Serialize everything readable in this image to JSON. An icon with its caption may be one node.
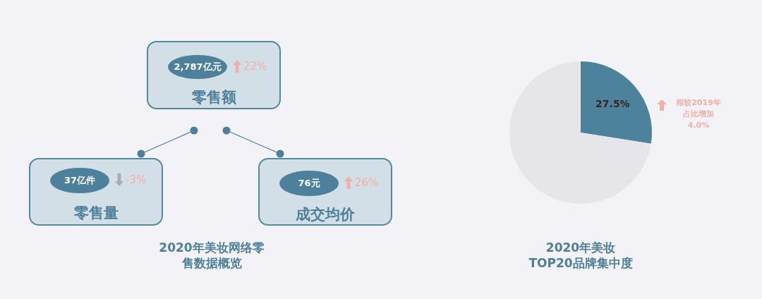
{
  "diagram": {
    "caption": "2020年美妆网络零售数据概览",
    "nodes": [
      {
        "text": [
          "零售额"
        ]
      },
      {
        "text": [
          "2,787亿元"
        ],
        "in": 0,
        "beside": [
          "22%"
        ]
      },
      {
        "text": [
          "零售量"
        ]
      },
      {
        "text": [
          "37亿件"
        ],
        "in": 2,
        "beside": [
          "-3%"
        ]
      },
      {
        "text": [
          "成交均价"
        ]
      },
      {
        "text": [
          "76元"
        ],
        "in": 4,
        "beside": [
          "26%"
        ]
      }
    ],
    "edges": [
      {
        "from": 0,
        "to": 2,
        "arrow": "other"
      },
      {
        "from": 0,
        "to": 4,
        "arrow": "other"
      }
    ],
    "chart_data": {
      "type": "pie",
      "title": "2020年美妆TOP20品牌集中度",
      "categories": [
        null,
        null
      ],
      "series": [
        {
          "values": [
            27.5,
            72.5
          ]
        }
      ],
      "value_labels": [
        "27.5%",
        null
      ],
      "annotations": [
        "相较2019年占比增加4.0%"
      ]
    }
  }
}
